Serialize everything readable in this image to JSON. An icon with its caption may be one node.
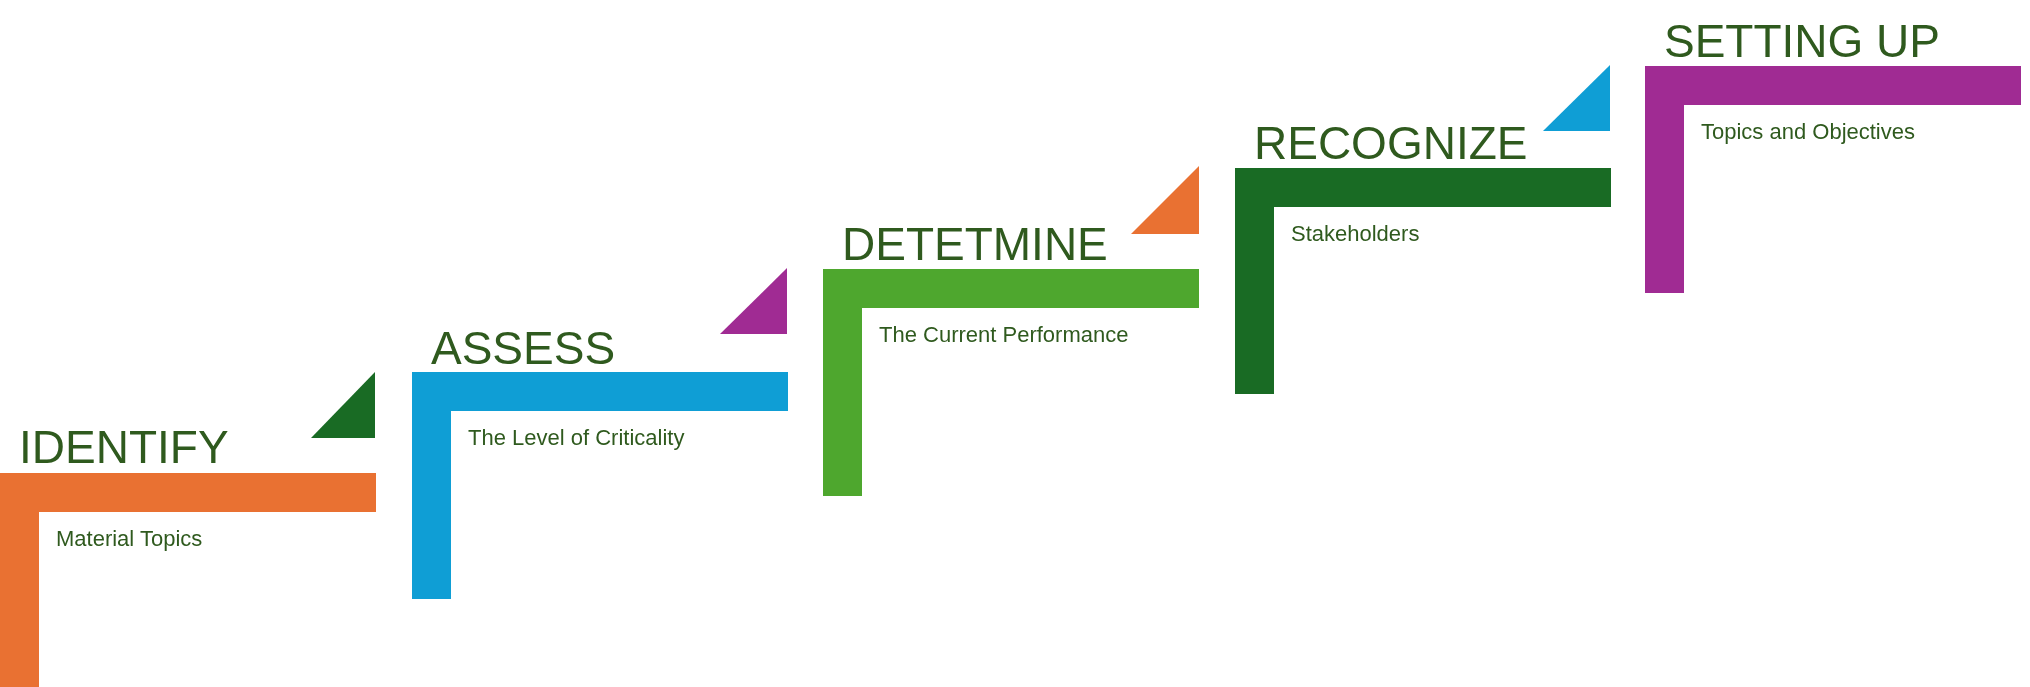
{
  "diagram": {
    "nodes": [
      {
        "text": [
          "IDENTIFY",
          "Material Topics"
        ]
      },
      {
        "text": [
          "ASSESS",
          "The Level of Criticality"
        ]
      },
      {
        "text": [
          "DETETMINE",
          "The Current Performance"
        ]
      },
      {
        "text": [
          "RECOGNIZE",
          "Stakeholders"
        ]
      },
      {
        "text": [
          "SETTING UP",
          "Topics and Objectives"
        ]
      }
    ]
  }
}
